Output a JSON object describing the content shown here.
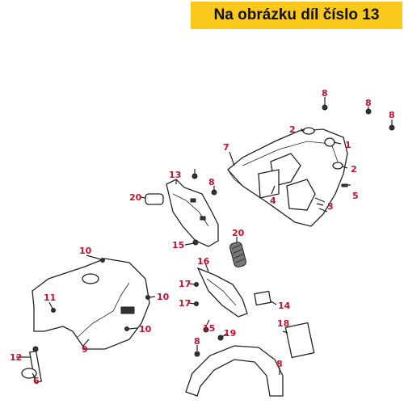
{
  "banner": {
    "text": "Na obrázku díl číslo 13",
    "background": "#f9c81a"
  },
  "callout_color": "#c8102e",
  "labels": {
    "p1": "1",
    "p2a": "2",
    "p2b": "2",
    "p3": "3",
    "p4": "4",
    "p5": "5",
    "p6": "6",
    "p7": "7",
    "p8a": "8",
    "p8b": "8",
    "p8c": "8",
    "p8d": "8",
    "p8e": "8",
    "p8f": "8",
    "p9": "9",
    "p10a": "10",
    "p10b": "10",
    "p10c": "10",
    "p11": "11",
    "p12": "12",
    "p13": "13",
    "p14": "14",
    "p15a": "15",
    "p15b": "15",
    "p16": "16",
    "p17a": "17",
    "p17b": "17",
    "p18": "18",
    "p19": "19",
    "p20a": "20",
    "p20b": "20"
  }
}
